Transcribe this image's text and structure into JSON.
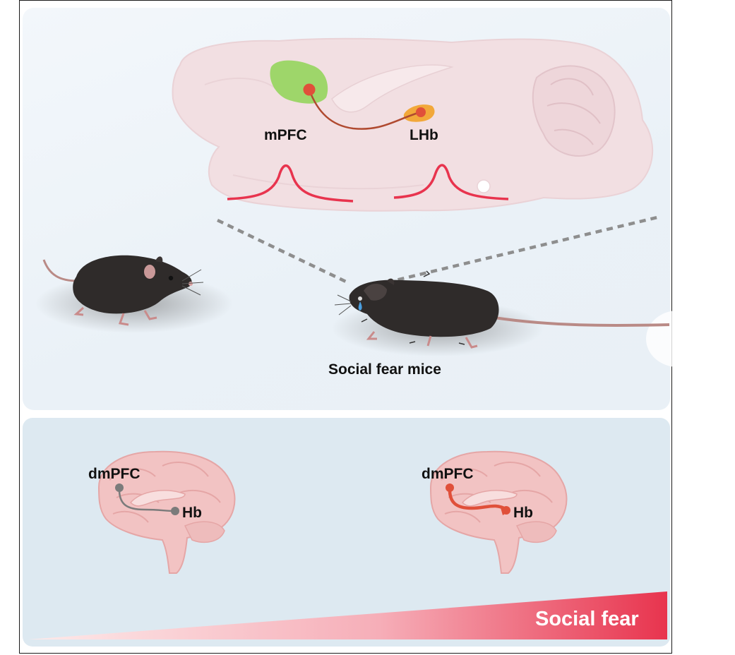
{
  "labels": {
    "mpfc": "mPFC",
    "lhb": "LHb",
    "social_fear_mice": "Social fear mice",
    "dmpfc_left": "dmPFC",
    "hb_left": "Hb",
    "dmpfc_right": "dmPFC",
    "hb_right": "Hb",
    "social_fear": "Social fear"
  },
  "colors": {
    "accent_red": "#e8344e",
    "neuron_red": "#e0503a",
    "mpfc_green": "#9ed66a",
    "lhb_orange": "#f2a83a",
    "brain_pink": "#f2c9c9",
    "mouse_dark": "#2f2b2a",
    "grey_path": "#7b7b7b"
  },
  "icons": [
    "mouse-sagittal-brain",
    "normal-mouse",
    "fearful-mouse",
    "human-brain-left",
    "human-brain-right",
    "social-fear-gradient-wedge"
  ]
}
